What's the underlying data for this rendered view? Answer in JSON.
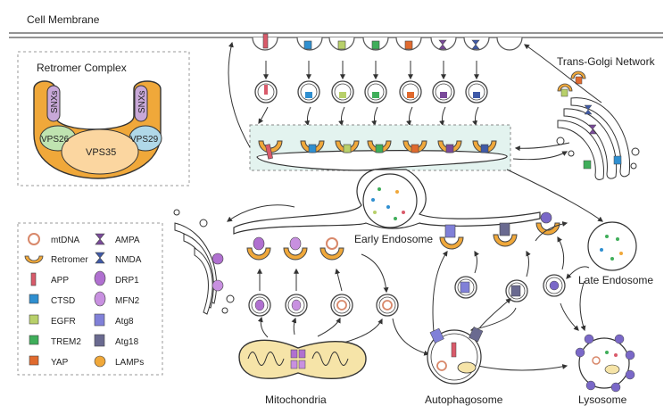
{
  "labels": {
    "cell_membrane": "Cell Membrane",
    "trans_golgi": "Trans-Golgi Network",
    "early_endosome": "Early Endosome",
    "late_endosome": "Late Endosome",
    "mitochondria": "Mitochondria",
    "autophagosome": "Autophagosome",
    "lysosome": "Lysosome"
  },
  "retromer_box": {
    "title": "Retromer Complex",
    "snx_left": "SNXs",
    "snx_right": "SNXs",
    "vps26": "VPS26",
    "vps29": "VPS29",
    "vps35": "VPS35"
  },
  "legend": {
    "left": [
      "mtDNA",
      "Retromer",
      "APP",
      "CTSD",
      "EGFR",
      "TREM2",
      "YAP"
    ],
    "right": [
      "AMPA",
      "NMDA",
      "DRP1",
      "MFN2",
      "Atg8",
      "Atg18",
      "LAMPs"
    ]
  },
  "colors": {
    "retromer": "#f0a83a",
    "app": "#d95a6a",
    "ctsd": "#2f8fd0",
    "egfr": "#b8d06a",
    "trem2": "#3fae5a",
    "yap": "#e06a2e",
    "ampa": "#7a4a9a",
    "nmda": "#3f5aa8",
    "drp1": "#b070d0",
    "mfn2": "#c890e0",
    "atg8": "#8080d8",
    "atg18": "#6a6a90",
    "lamps": "#7a68c8",
    "endosome_fill": "#e3f3ef"
  }
}
